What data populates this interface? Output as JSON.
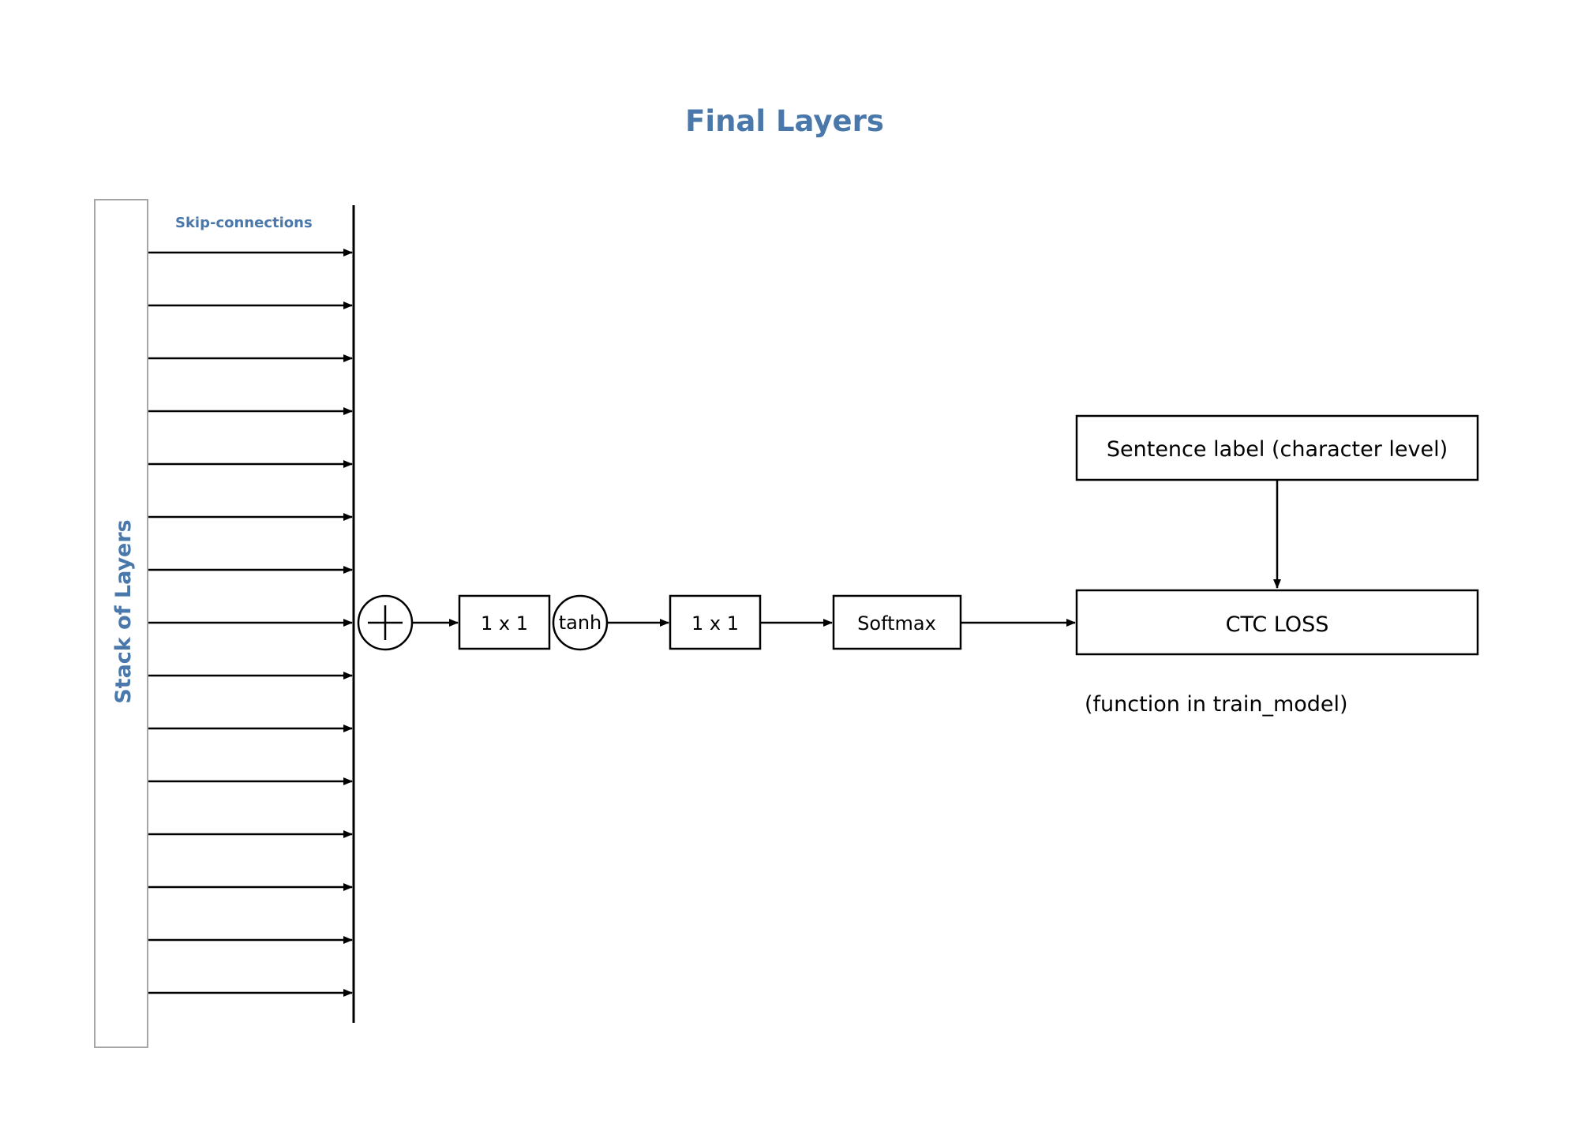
{
  "title": "Final Layers",
  "stack_label": "Stack of Layers",
  "skip_label": "Skip-connections",
  "skip_connection_count": 15,
  "nodes": {
    "sum": "+",
    "conv1": "1 x 1",
    "tanh": "tanh",
    "conv2": "1 x 1",
    "softmax": "Softmax",
    "label_box": "Sentence label (character level)",
    "ctc_loss": "CTC LOSS"
  },
  "note": "(function in train_model)",
  "colors": {
    "accent": "#4a78ab",
    "stack_border": "#a6a6a6",
    "stroke": "#000000"
  }
}
